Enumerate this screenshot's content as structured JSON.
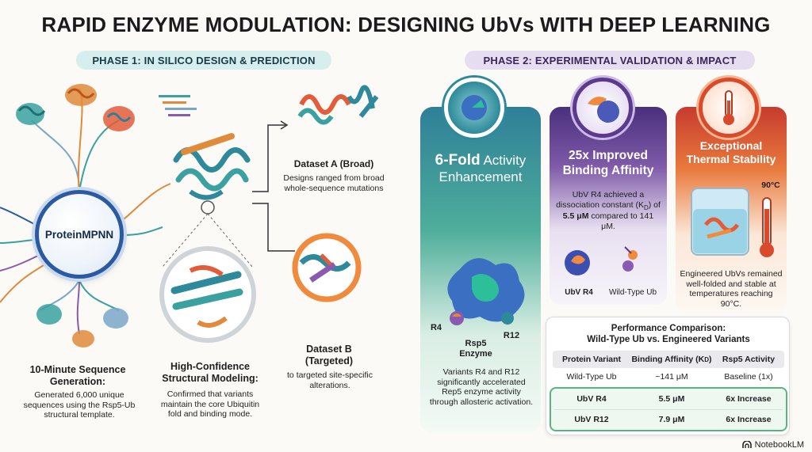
{
  "title": "RAPID ENZYME MODULATION: DESIGNING UbVs WITH DEEP LEARNING",
  "phase1": {
    "label": "PHASE 1: IN SILICO DESIGN & PREDICTION"
  },
  "phase2": {
    "label": "PHASE 2: EXPERIMENTAL VALIDATION & IMPACT"
  },
  "hub": {
    "label": "ProteinMPNN"
  },
  "step1": {
    "heading": "10-Minute Sequence Generation:",
    "body": "Generated 6,000 unique sequences using the Rsp5-Ub structural template."
  },
  "step2": {
    "heading": "High-Confidence Structural Modeling:",
    "body": "Confirmed that variants maintain the core Ubiquitin fold and binding mode."
  },
  "datasetA": {
    "heading": "Dataset A (Broad)",
    "body": "Designs ranged from broad whole-sequence mutations"
  },
  "datasetB": {
    "heading": "Dataset B (Targeted)",
    "body": "to targeted site-specific alterations."
  },
  "activity": {
    "headline_big": "6-Fold",
    "headline_rest": "Activity Enhancement",
    "label_r4": "R4",
    "label_r12": "R12",
    "label_enzyme": "Rsp5 Enzyme",
    "body": "Variants R4 and R12 significantly accelerated Rep5 enzyme activity through allosteric activation."
  },
  "binding": {
    "headline": "25x Improved Binding Affinity",
    "body_pre": "UbV R4 achieved a dissociation constant (K",
    "body_sub": "D",
    "body_mid": ") of ",
    "body_bold": "5.5 μM",
    "body_post": " compared to 141 μM.",
    "label_r4": "UbV R4",
    "label_wt": "Wild-Type Ub"
  },
  "thermal": {
    "headline": "Exceptional Thermal Stability",
    "temp": "90°C",
    "body": "Engineered UbVs remained well-folded and stable at temperatures reaching 90°C."
  },
  "table": {
    "title_line1": "Performance Comparison:",
    "title_line2": "Wild-Type Ub vs. Engineered Variants",
    "headers": [
      "Protein Variant",
      "Binding Affinity (K",
      "D",
      ")",
      "Rsp5 Activity"
    ],
    "rows": [
      [
        "Wild-Type Ub",
        "~141 μM",
        "Baseline (1x)"
      ],
      [
        "UbV R4",
        "5.5 μM",
        "6x Increase"
      ],
      [
        "UbV R12",
        "7.9 μM",
        "6x Increase"
      ]
    ]
  },
  "brand": "NotebookLM",
  "colors": {
    "teal": "#2e8a9a",
    "purple": "#5b3a8c",
    "orange": "#e46a2c",
    "green": "#58b57d",
    "navy": "#2c5aa0"
  }
}
